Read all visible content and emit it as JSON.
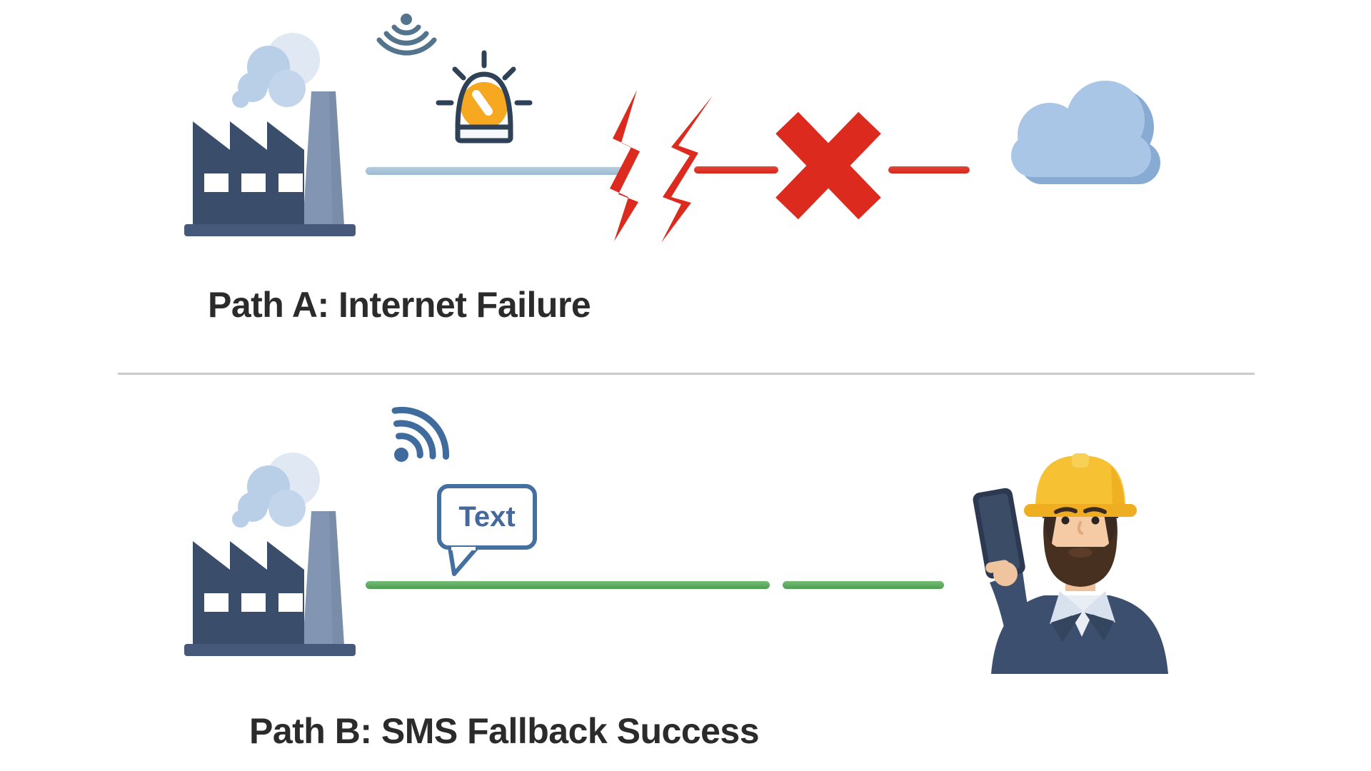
{
  "diagram": {
    "type": "two-path network fallback illustration",
    "path_a": {
      "label": "Path A: Internet Failure",
      "source_icon": "factory",
      "status_icon": "alarm-siren",
      "signal_icon": "wifi-broadcast-down",
      "link_state": "broken",
      "break_icons": [
        "lightning-break",
        "red-x"
      ],
      "destination_icon": "cloud",
      "line_color": "#a8c2d8",
      "failure_color": "#dd2a1f"
    },
    "path_b": {
      "label": "Path B: SMS Fallback Success",
      "source_icon": "factory",
      "signal_icon": "wifi-broadcast-up",
      "sms_bubble_text": "Text",
      "link_state": "connected",
      "destination_icon": "worker-with-phone",
      "line_color": "#53a355"
    },
    "colors": {
      "factory_body": "#3a4d6b",
      "factory_chimney": "#8296b4",
      "factory_base": "#46597b",
      "smoke": "#b9cfe8",
      "alarm_outline": "#2f4157",
      "alarm_dome": "#f6a821",
      "red": "#dd2a1f",
      "cloud_main": "#a9c6e6",
      "cloud_shadow": "#88abd3",
      "green_line": "#53a355",
      "blue_line": "#a8c2d8",
      "bubble_blue": "#4470a0",
      "wifi_blue": "#3f6b9d",
      "hard_hat": "#f6c234",
      "jacket": "#3d4f6e",
      "divider": "#cbcbcb",
      "label_text": "#2b2b2b",
      "background": "#ffffff"
    }
  }
}
